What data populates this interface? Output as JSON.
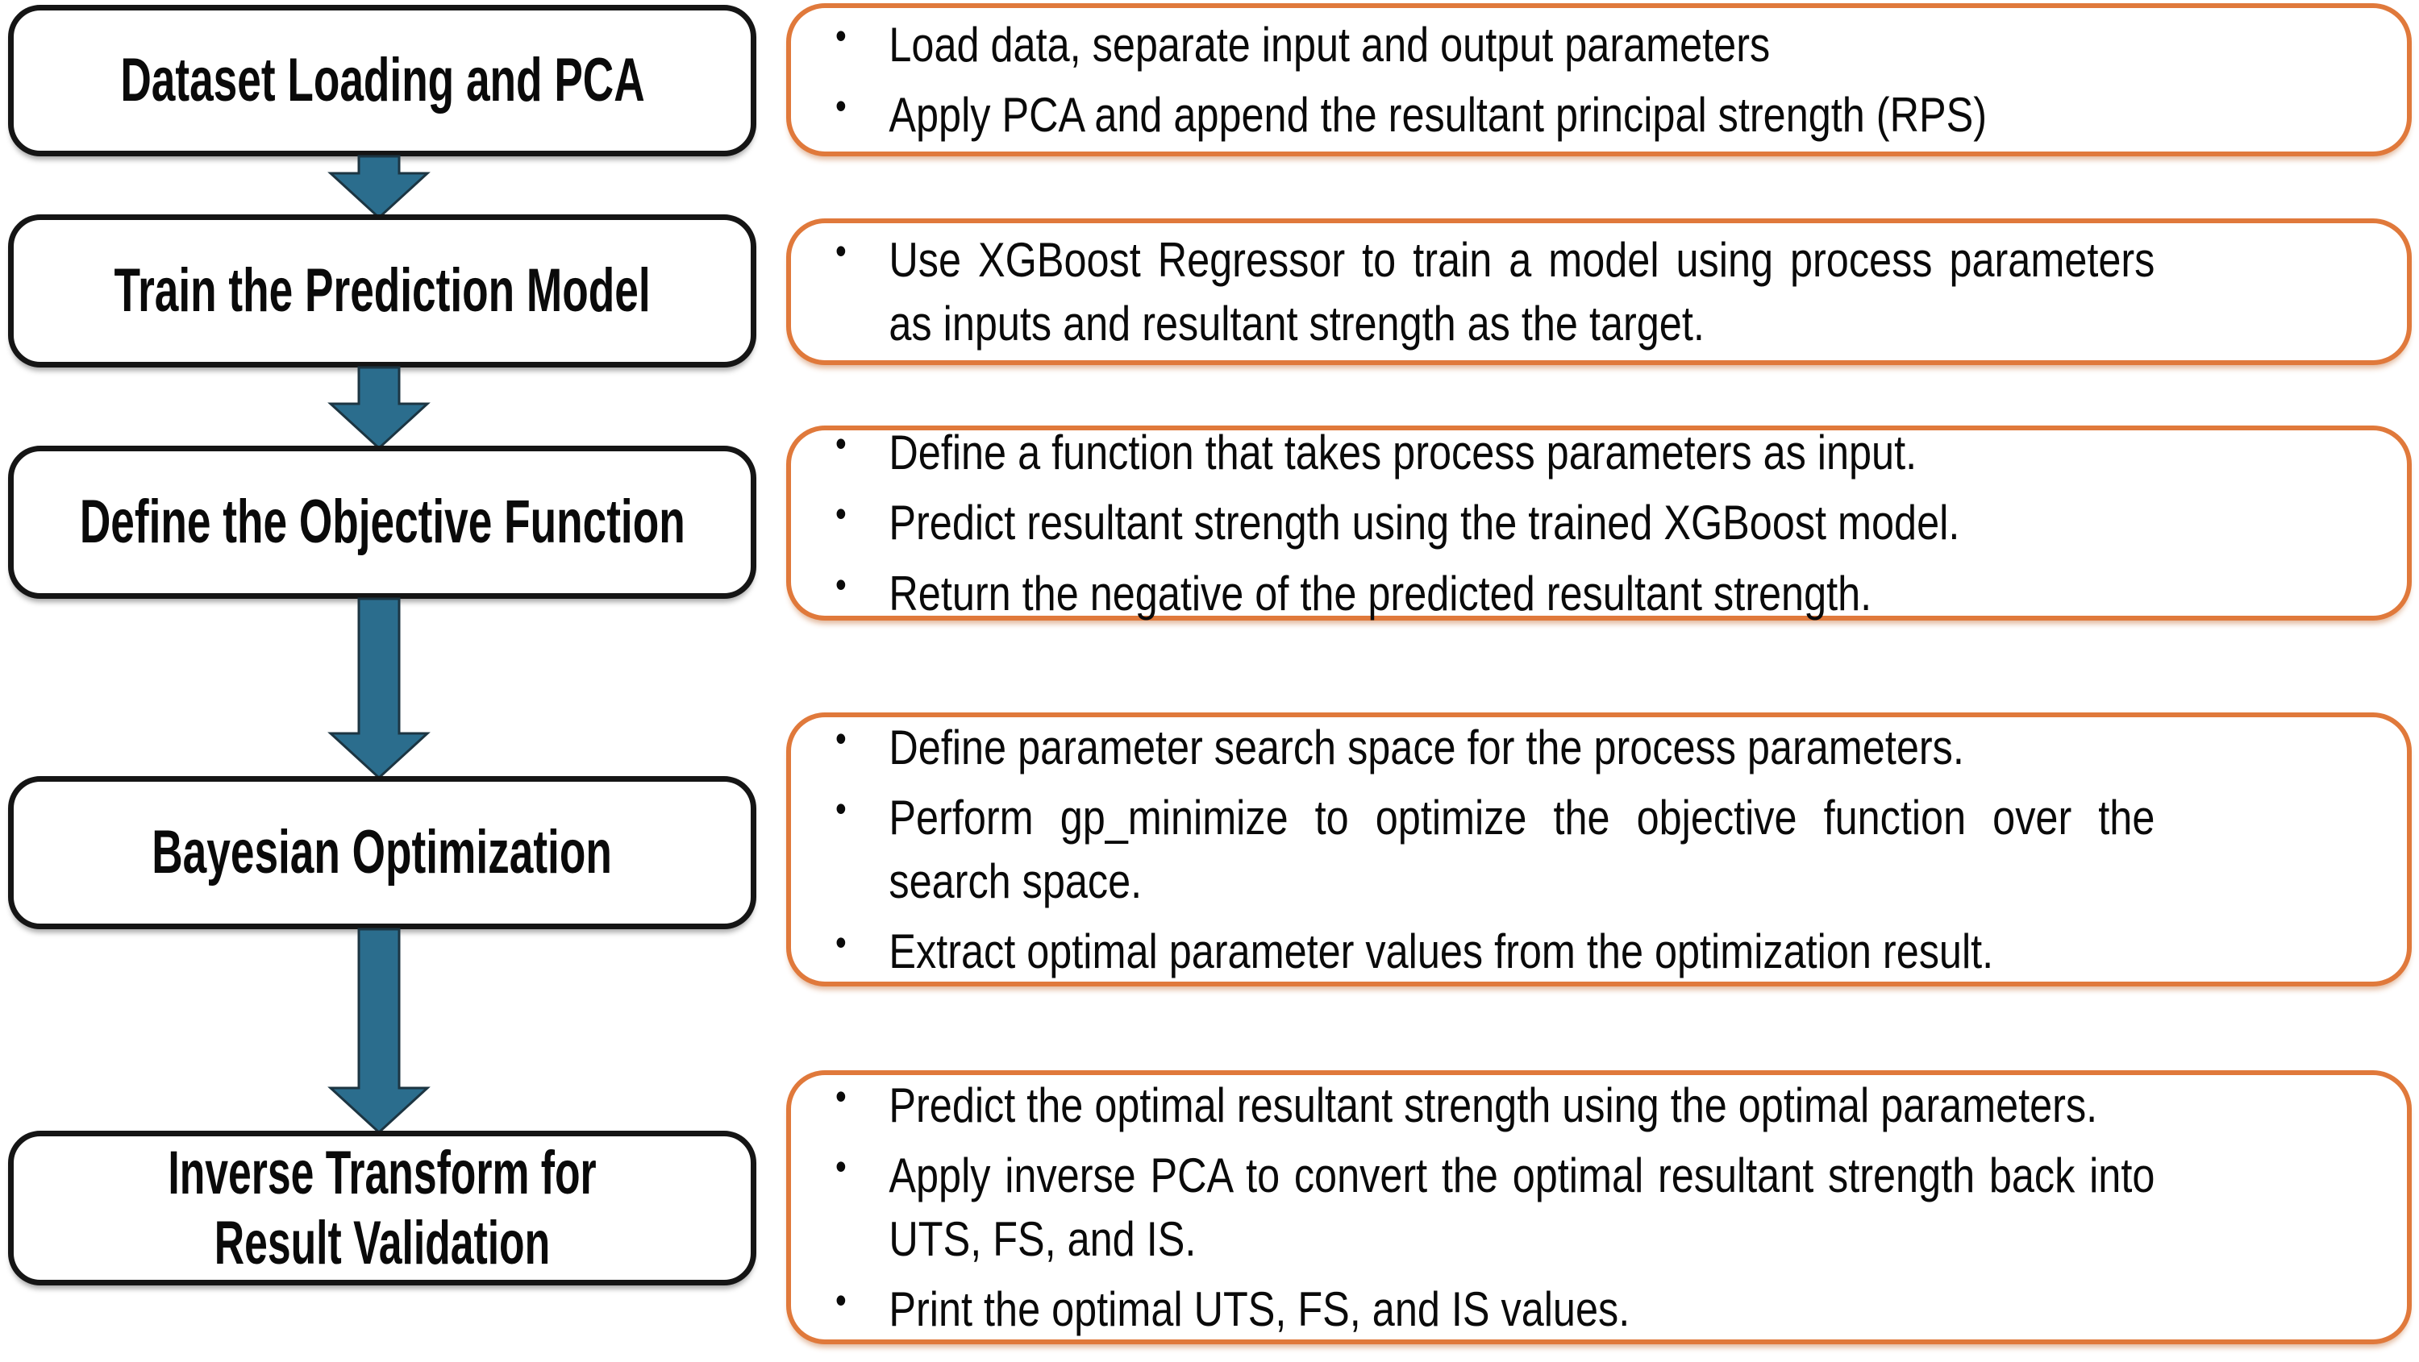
{
  "figure": {
    "type": "flowchart",
    "orientation": "top-to-bottom"
  },
  "colors": {
    "arrow": "#2B6D8D",
    "arrow_outline": "#1C3542",
    "step_box_border": "#151515",
    "detail_box_border": "#E0793B",
    "text": "#0a0a0a",
    "background": "#ffffff"
  },
  "steps": [
    {
      "title": "Dataset Loading and PCA",
      "bullets": [
        "Load data, separate input and output parameters",
        "Apply PCA and append the resultant principal strength (RPS)"
      ]
    },
    {
      "title": "Train the Prediction Model",
      "bullets": [
        "Use XGBoost Regressor to train a model using process parameters as inputs and resultant strength as the target."
      ]
    },
    {
      "title": "Define the Objective Function",
      "bullets": [
        "Define a function that takes process parameters as input.",
        "Predict resultant strength using the trained XGBoost model.",
        "Return the negative of the predicted resultant strength."
      ]
    },
    {
      "title": "Bayesian Optimization",
      "bullets": [
        "Define parameter search space for the process parameters.",
        "Perform gp_minimize to optimize the objective function over the search space.",
        "Extract optimal parameter values from the optimization result."
      ]
    },
    {
      "title": "Inverse Transform for Result Validation",
      "bullets": [
        "Predict the optimal resultant strength using the optimal parameters.",
        "Apply inverse PCA to convert the optimal resultant strength back into UTS, FS, and IS.",
        "Print the optimal UTS, FS, and IS values."
      ]
    }
  ]
}
